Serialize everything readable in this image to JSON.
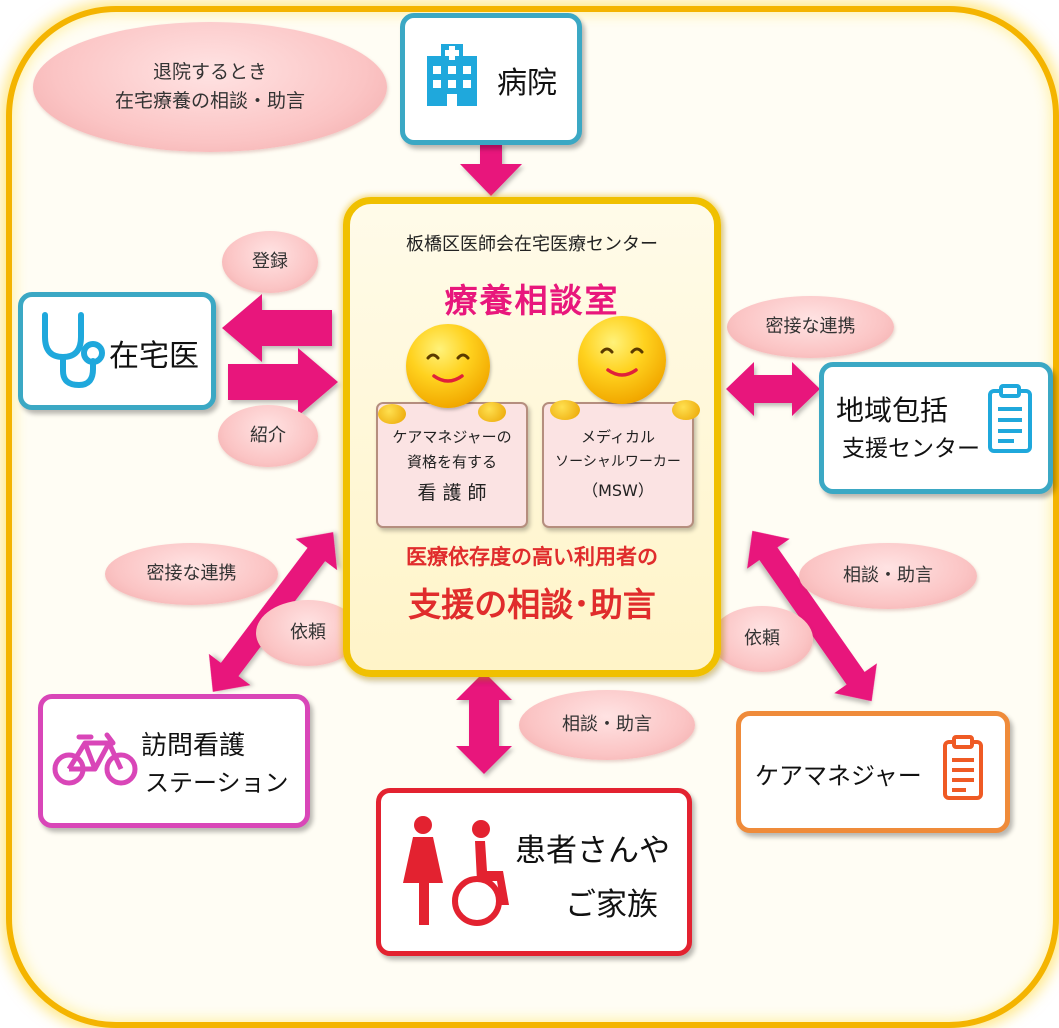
{
  "nodes": {
    "hospital": "病院",
    "home_doctor": "在宅医",
    "community_center": [
      "地域包括",
      "支援センター"
    ],
    "visiting_nursing": [
      "訪問看護",
      "ステーション"
    ],
    "care_manager": "ケアマネジャー",
    "patients": [
      "患者さんや",
      "ご家族"
    ]
  },
  "center": {
    "org": "板橋区医師会在宅医療センター",
    "title": "療養相談室",
    "nurse_card": [
      "ケアマネジャーの",
      "資格を有する",
      "看 護 師"
    ],
    "msw_card": [
      "メディカル",
      "ソーシャルワーカー",
      "（MSW）"
    ],
    "subtitle": "医療依存度の高い利用者の",
    "mission": "支援の相談･助言"
  },
  "labels": {
    "discharge": [
      "退院するとき",
      "在宅療養の相談・助言"
    ],
    "register": "登録",
    "referral": "紹介",
    "close_cooperation_right": "密接な連携",
    "close_cooperation_left": "密接な連携",
    "request_left": "依頼",
    "request_right": "依頼",
    "consult_right": "相談・助言",
    "consult_bottom": "相談・助言"
  },
  "colors": {
    "arrow": "#e8177c",
    "frame": "#f4b400",
    "teal_box": "#3ba8c4",
    "magenta_box": "#d946b8",
    "orange_box": "#ef8b3a",
    "red_box": "#e32230",
    "title": "#e8177c",
    "mission": "#e02c2c"
  },
  "icons": {
    "hospital": "hospital-building-icon",
    "home_doctor": "stethoscope-icon",
    "community_center": "clipboard-icon",
    "visiting_nursing": "bicycle-icon",
    "care_manager": "clipboard-icon",
    "patients": "woman-and-wheelchair-icon"
  }
}
